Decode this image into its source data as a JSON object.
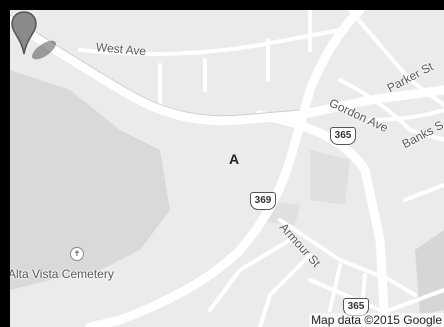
{
  "map": {
    "streets": {
      "west_ave": "West Ave",
      "gordon_ave": "Gordon Ave",
      "parker_st": "Parker St",
      "banks_st": "Banks S",
      "armour_st": "Armour St"
    },
    "routes": {
      "route_365_north": "365",
      "route_369": "369",
      "route_365_south": "365"
    },
    "marker": {
      "letter": "A"
    },
    "poi": {
      "name": "Alta Vista Cemetery",
      "icon": "cemetery-icon"
    },
    "attribution": "Map data ©2015 Google"
  }
}
